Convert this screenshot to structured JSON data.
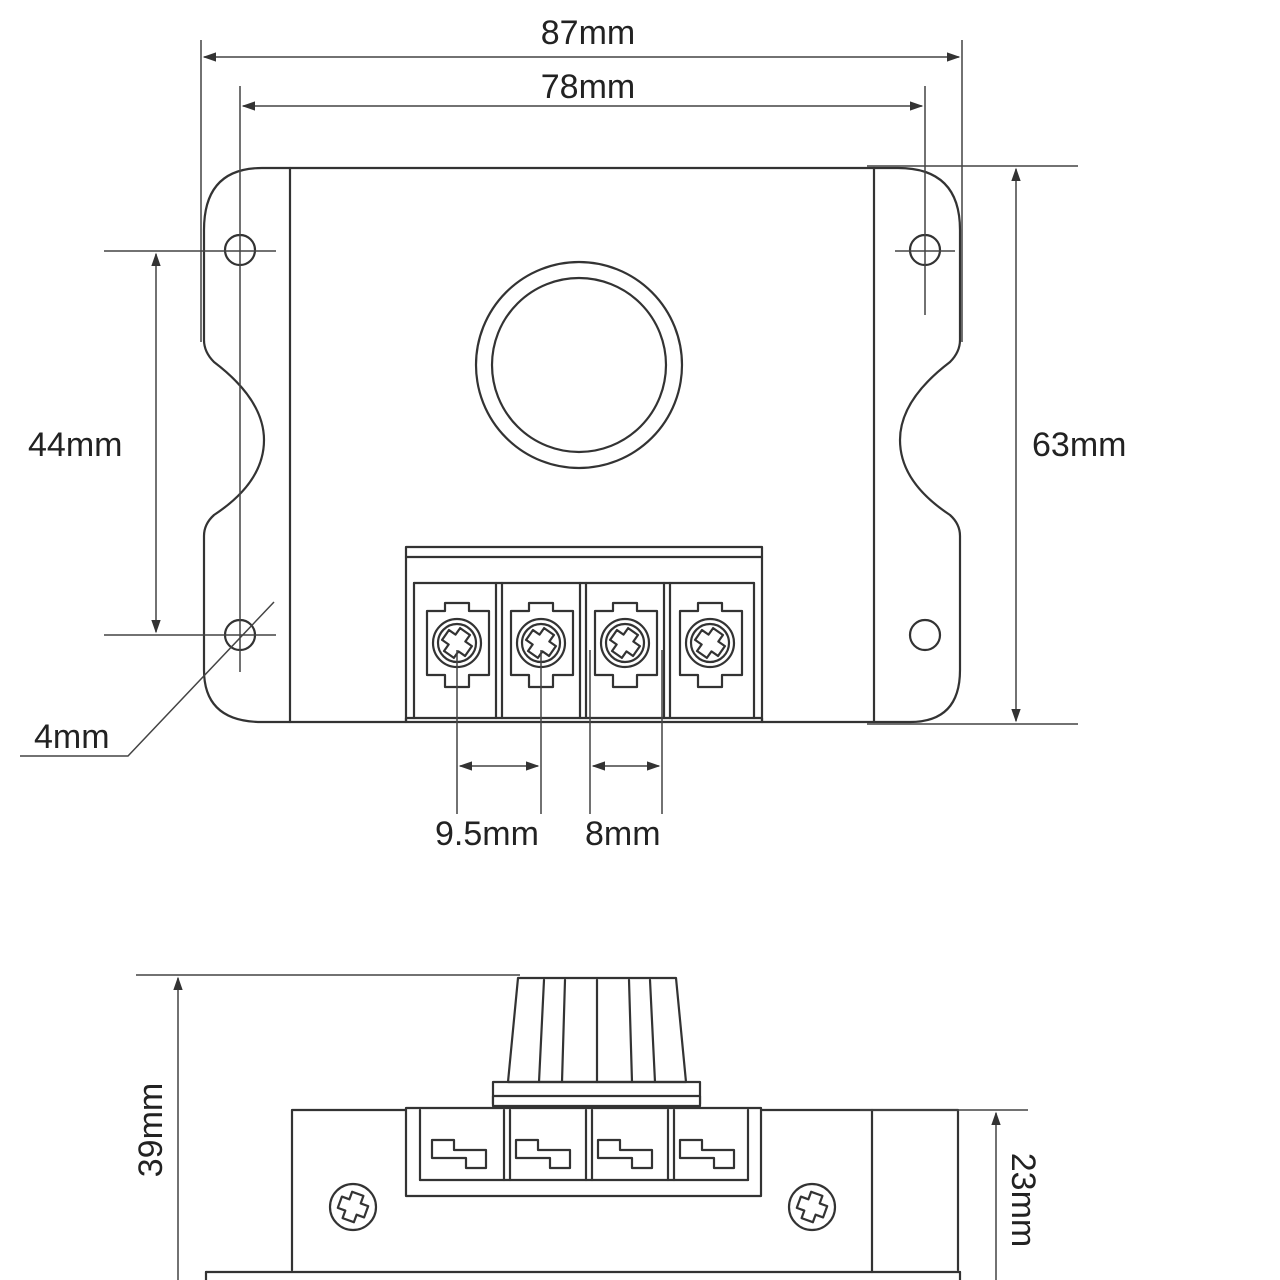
{
  "top_view": {
    "overall_width": "87mm",
    "hole_spacing_width": "78mm",
    "hole_spacing_height": "44mm",
    "overall_height": "63mm",
    "hole_diameter": "4mm",
    "terminal_pitch_a": "9.5mm",
    "terminal_pitch_b": "8mm"
  },
  "side_view": {
    "total_height": "39mm",
    "body_height": "23mm"
  },
  "colors": {
    "line": "#333333",
    "background": "#ffffff"
  }
}
